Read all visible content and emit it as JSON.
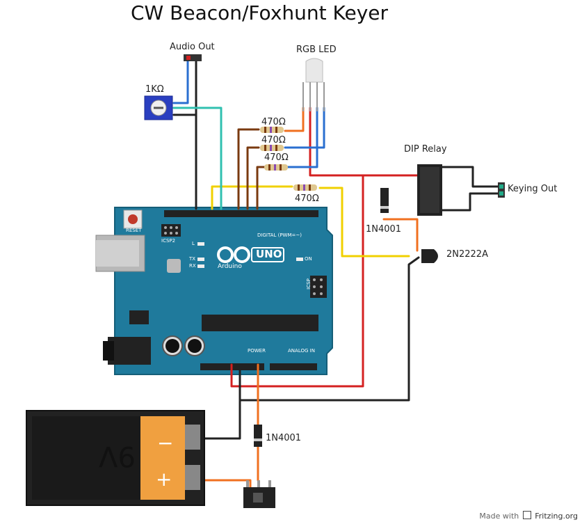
{
  "title": "CW Beacon/Foxhunt Keyer",
  "labels": {
    "audio_out": "Audio Out",
    "rgb_led": "RGB LED",
    "pot": "1KΩ",
    "r1": "470Ω",
    "r2": "470Ω",
    "r3": "470Ω",
    "r4": "470Ω",
    "dip_relay": "DIP Relay",
    "keying_out": "Keying Out",
    "diode_top": "1N4001",
    "transistor": "2N2222A",
    "diode_bottom": "1N4001"
  },
  "arduino": {
    "reset": "RESET",
    "icsp2": "ICSP2",
    "icsp": "ICSP",
    "digital": "DIGITAL (PWM=~)",
    "brand": "UNO",
    "brand_sub": "Arduino",
    "power": "POWER",
    "analog": "ANALOG IN",
    "on": "ON",
    "tx": "TX",
    "rx": "RX",
    "l": "L"
  },
  "battery": {
    "voltage": "9V",
    "minus": "−",
    "plus": "+"
  },
  "footer": {
    "made_with": "Made with",
    "brand": "Fritzing.org"
  },
  "colors": {
    "board": "#1f7a9c",
    "wire_red": "#d42020",
    "wire_black": "#222222",
    "wire_yellow": "#f0d000",
    "wire_orange": "#f07020",
    "wire_brown": "#7a3a10",
    "wire_blue": "#2a6fd0",
    "wire_teal": "#30c0b0"
  }
}
